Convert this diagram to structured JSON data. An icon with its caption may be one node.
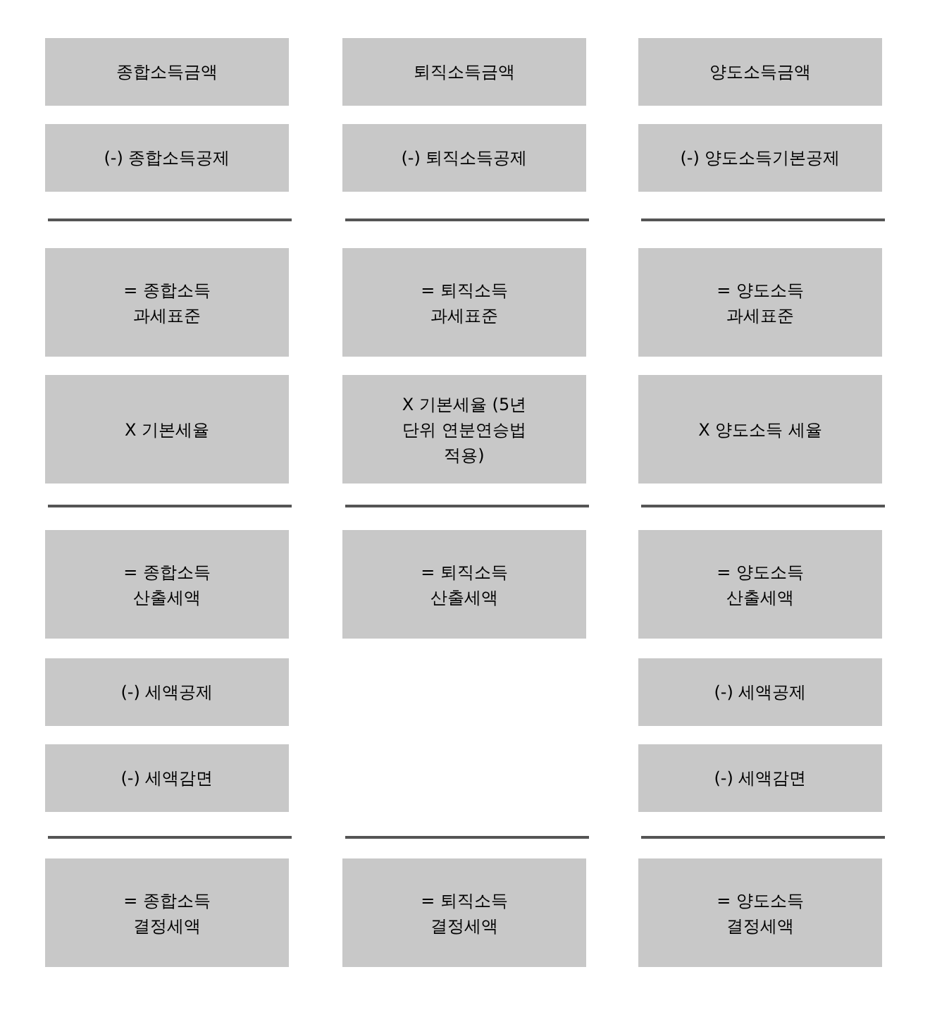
{
  "diagram": {
    "nodes": [
      {
        "text": [
          "종합소득금액"
        ]
      },
      {
        "text": [
          "퇴직소득금액"
        ]
      },
      {
        "text": [
          "양도소득금액"
        ]
      },
      {
        "text": [
          "(-) 종합소득공제"
        ]
      },
      {
        "text": [
          "(-) 퇴직소득공제"
        ]
      },
      {
        "text": [
          "(-) 양도소득기본공제"
        ]
      },
      {
        "text": [
          "= 종합소득 과세표준"
        ]
      },
      {
        "text": [
          "= 퇴직소득 과세표준"
        ]
      },
      {
        "text": [
          "= 양도소득 과세표준"
        ]
      },
      {
        "text": [
          "X 기본세율"
        ]
      },
      {
        "text": [
          "X 기본세율 (5년 단위 연분연승법 적용)"
        ]
      },
      {
        "text": [
          "X 양도소득 세율"
        ]
      },
      {
        "text": [
          "= 종합소득 산출세액"
        ]
      },
      {
        "text": [
          "= 퇴직소득 산출세액"
        ]
      },
      {
        "text": [
          "= 양도소득 산출세액"
        ]
      },
      {
        "text": [
          "(-) 세액공제"
        ]
      },
      {
        "text": [
          "(-) 세액공제"
        ]
      },
      {
        "text": [
          "(-) 세액감면"
        ]
      },
      {
        "text": [
          "(-) 세액감면"
        ]
      },
      {
        "text": [
          "= 종합소득 결정세액"
        ]
      },
      {
        "text": [
          "= 퇴직소득 결정세액"
        ]
      },
      {
        "text": [
          "= 양도소득 결정세액"
        ]
      }
    ]
  }
}
